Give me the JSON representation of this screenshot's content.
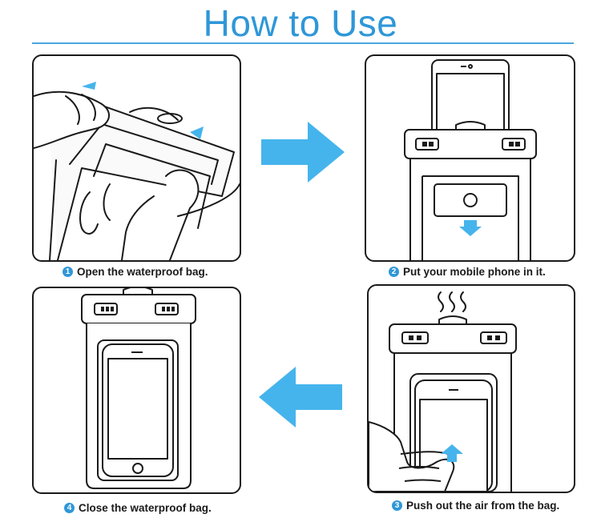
{
  "title": "How to Use",
  "steps": [
    {
      "number": "1",
      "text": "Open the waterproof bag."
    },
    {
      "number": "2",
      "text": "Put your mobile phone in it."
    },
    {
      "number": "3",
      "text": "Push out the air from the bag."
    },
    {
      "number": "4",
      "text": "Close the waterproof bag."
    }
  ],
  "colors": {
    "accent": "#2f97d8",
    "arrow": "#45b4ec",
    "line": "#1a1a1a"
  },
  "icons": [
    "arrow-right-icon",
    "arrow-left-icon",
    "air-waves-icon",
    "arrow-up-icon",
    "arrow-down-icon"
  ]
}
